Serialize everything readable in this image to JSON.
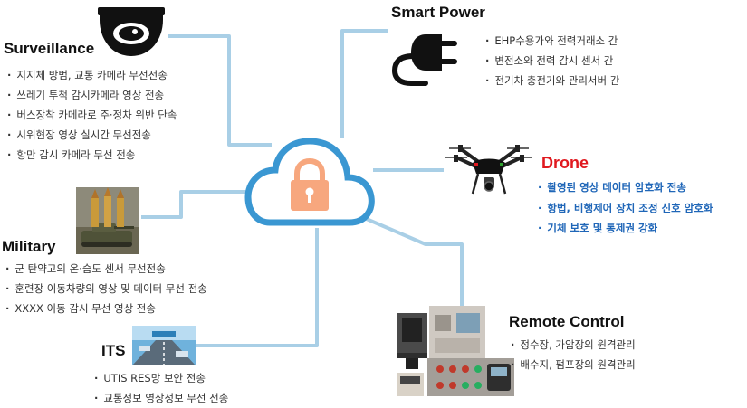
{
  "colors": {
    "connector": "#a9cfe6",
    "cloud_stroke": "#3a97d2",
    "lock": "#f7a77e",
    "drone_title": "#e0191f",
    "drone_text": "#1f66b8"
  },
  "center": {
    "icon": "cloud-lock-icon"
  },
  "surveillance": {
    "title": "Surveillance",
    "icon": "cctv-camera-icon",
    "items": [
      "지지체 방범, 교통 카메라 무선전송",
      "쓰레기 투척 감시카메라 영상 전송",
      "버스장착 카메라로 주·정차 위반 단속",
      "시위현장 영상 실시간 무선전송",
      "항만 감시 카메라 무선 전송"
    ]
  },
  "military": {
    "title": "Military",
    "icon": "tank-ammunition-image",
    "items": [
      "군 탄약고의 온·습도 센서 무선전송",
      "훈련장 이동차량의 영상 및 데이터 무선 전송",
      "XXXX 이동 감시 무선 영상 전송"
    ]
  },
  "its": {
    "title": "ITS",
    "icon": "highway-traffic-image",
    "items": [
      "UTIS RES망 보안 전송",
      "교통정보 영상정보 무선 전송"
    ]
  },
  "smart_power": {
    "title": "Smart Power",
    "icon": "power-plug-icon",
    "items": [
      "EHP수용가와 전력거래소 간",
      "변전소와 전력 감시 센서 간",
      "전기차 충전기와 관리서버 간"
    ]
  },
  "drone": {
    "title": "Drone",
    "icon": "drone-image",
    "items": [
      "촬영된 영상 데이터 암호화 전송",
      "항법, 비행제어 장치 조정 신호 암호화",
      "기체 보호 및 통제권 강화"
    ]
  },
  "remote_control": {
    "title": "Remote Control",
    "icon": "control-panel-image",
    "items": [
      "정수장, 가압장의 원격관리",
      "배수지, 펌프장의 원격관리"
    ]
  }
}
